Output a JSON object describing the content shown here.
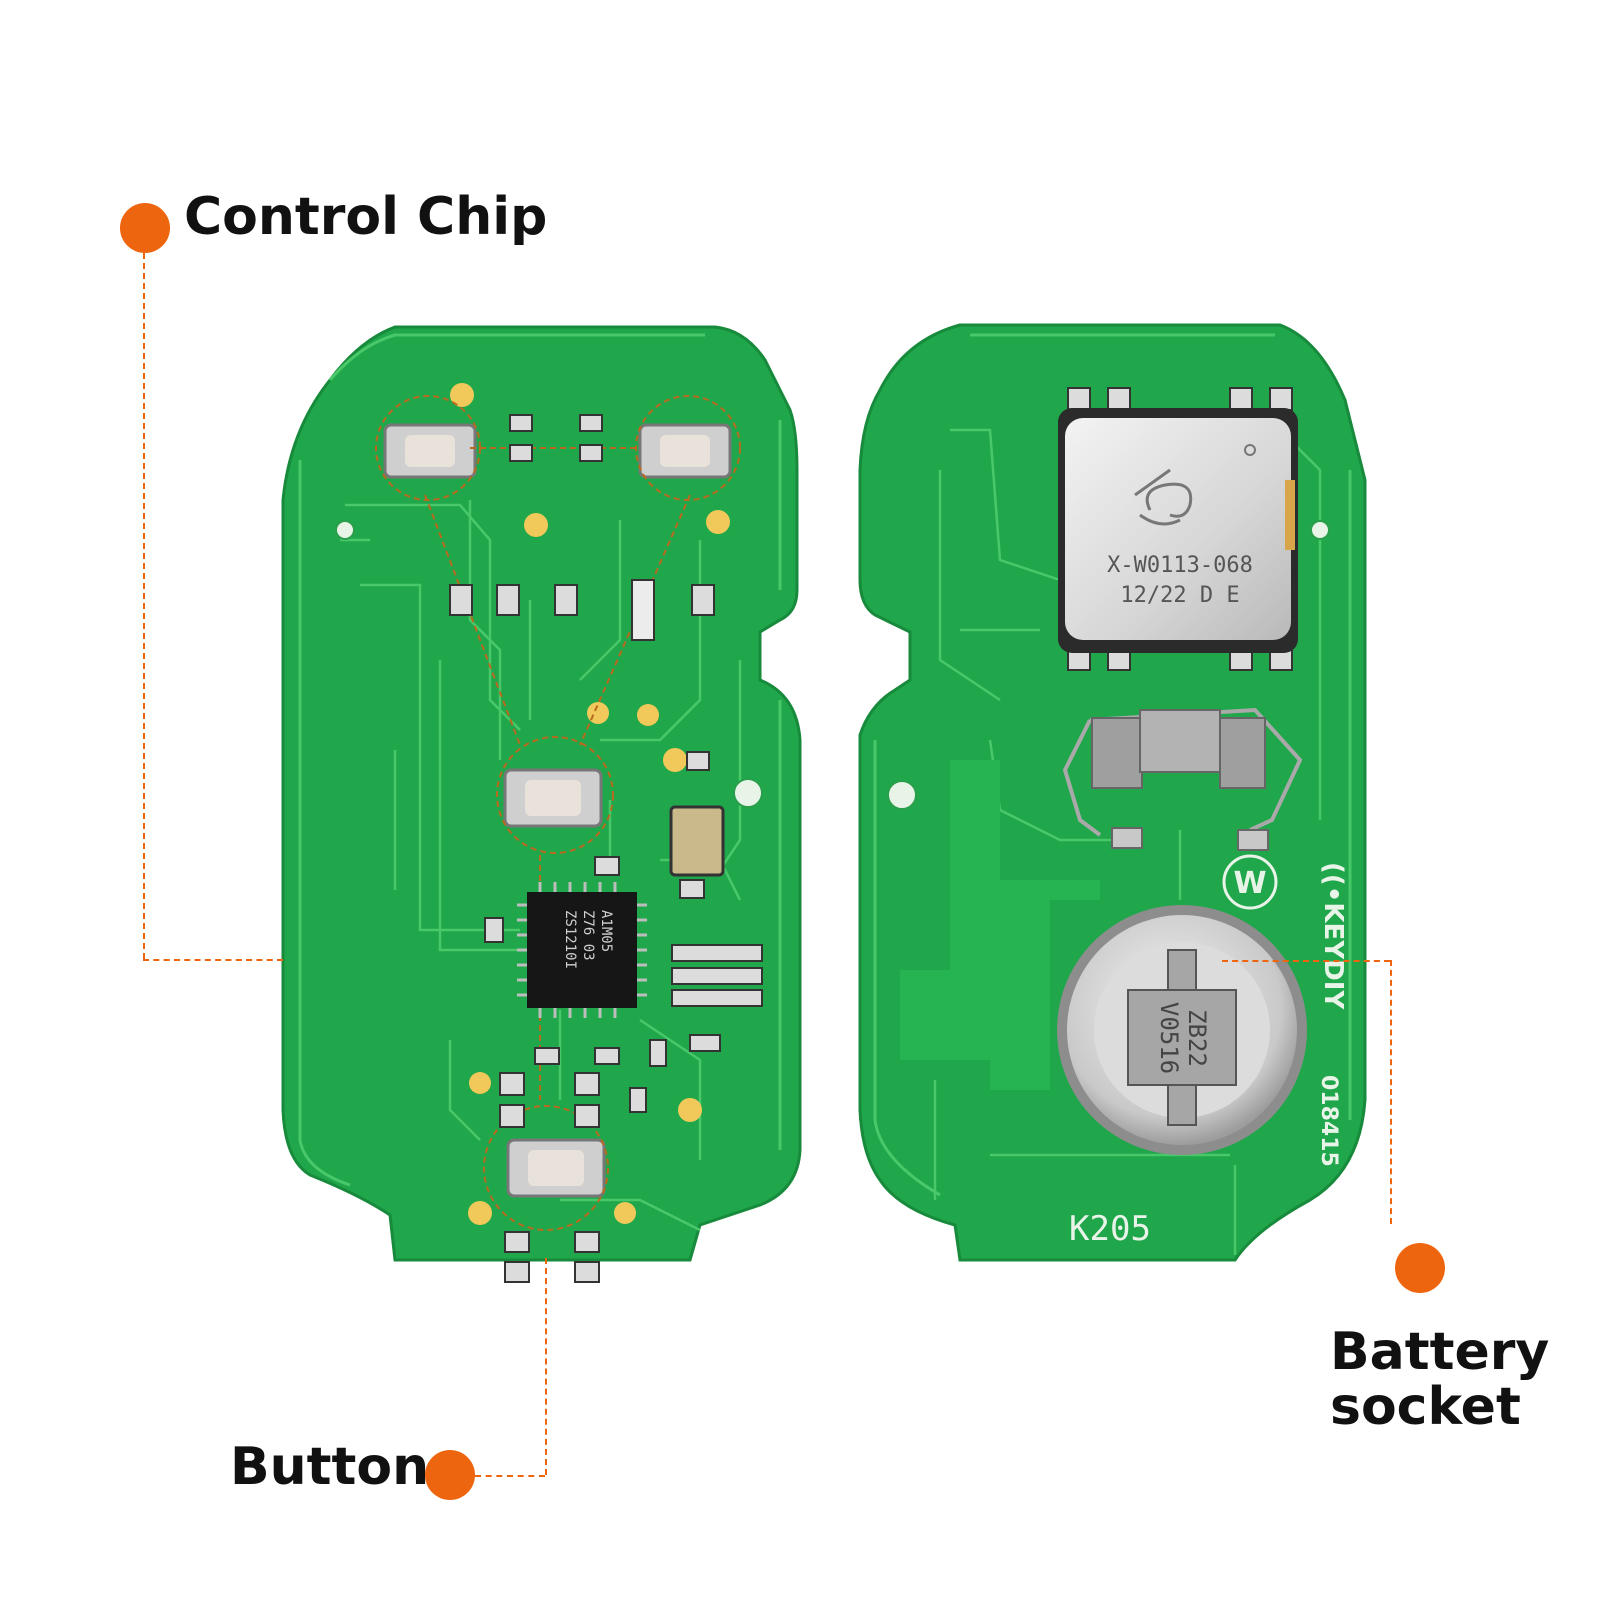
{
  "callouts": {
    "control_chip": "Control Chip",
    "button": "Button",
    "battery_socket_line1": "Battery",
    "battery_socket_line2": "socket"
  },
  "board_markings": {
    "module_code_line1": "X-W0113-068",
    "module_code_line2": "12/22 D E",
    "chip_line1": "A1M05",
    "chip_line2": "Z76 03",
    "chip_line3": "ZS1210I",
    "battery_code_line1": "ZB22",
    "battery_code_line2": "V0516",
    "brand": "((•KEYDIY",
    "serial": "018415",
    "model": "K205",
    "w_logo": "W"
  },
  "colors": {
    "accent": "#ee6510",
    "pcb_green": "#1fa84a",
    "trace_green": "#49c86a"
  }
}
